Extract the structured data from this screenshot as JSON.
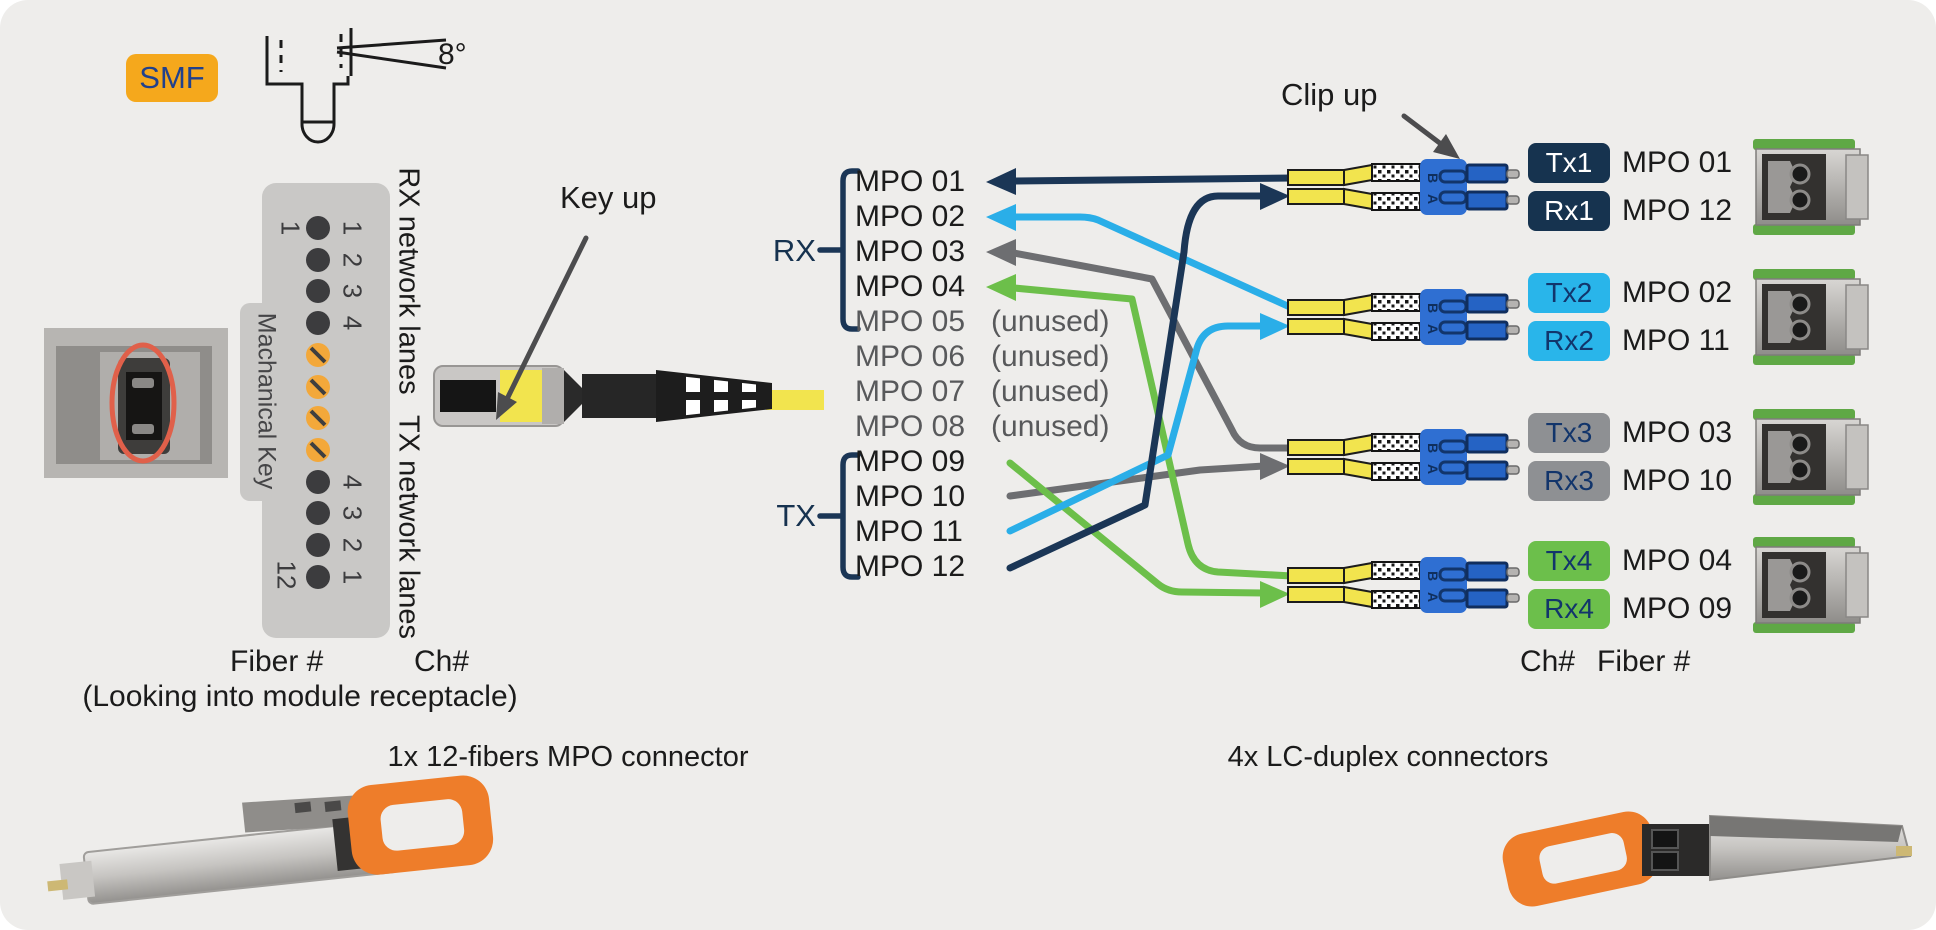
{
  "colors": {
    "background": "#eeedeb",
    "navy": "#1b3656",
    "blue": "#2aaee8",
    "gray": "#6d6e71",
    "green": "#6cbf4a",
    "yellow": "#f2e44e",
    "orange": "#f5a81c",
    "lc_blue": "#2f6fd2",
    "badge_text_navy": "#12356b",
    "arrow_gray": "#4c4c4e"
  },
  "smf_badge": "SMF",
  "polish_angle": "8°",
  "key_up": "Key up",
  "clip_up": "Clip up",
  "receptacle_panel": {
    "mechanical_key": "Machanical Key",
    "rx_lanes": "RX network lanes",
    "tx_lanes": "TX network lanes",
    "fiber_first": "1",
    "fiber_last": "12",
    "rx_channels": [
      "1",
      "2",
      "3",
      "4"
    ],
    "tx_channels": [
      "4",
      "3",
      "2",
      "1"
    ],
    "fiber_col": "Fiber #",
    "ch_col": "Ch#",
    "caption": "(Looking into module receptacle)"
  },
  "fanout": {
    "rx_label": "RX",
    "tx_label": "TX",
    "rows": [
      {
        "label": "MPO 01",
        "note": ""
      },
      {
        "label": "MPO 02",
        "note": ""
      },
      {
        "label": "MPO 03",
        "note": ""
      },
      {
        "label": "MPO 04",
        "note": ""
      },
      {
        "label": "MPO 05",
        "note": "(unused)"
      },
      {
        "label": "MPO 06",
        "note": "(unused)"
      },
      {
        "label": "MPO 07",
        "note": "(unused)"
      },
      {
        "label": "MPO 08",
        "note": "(unused)"
      },
      {
        "label": "MPO 09",
        "note": ""
      },
      {
        "label": "MPO 10",
        "note": ""
      },
      {
        "label": "MPO 11",
        "note": ""
      },
      {
        "label": "MPO 12",
        "note": ""
      }
    ]
  },
  "lc_side": {
    "connector_letters": {
      "top": "B",
      "bottom": "A"
    },
    "groups": [
      {
        "tx_ch": "Tx1",
        "rx_ch": "Rx1",
        "tx_fiber": "MPO 01",
        "rx_fiber": "MPO 12",
        "color": "#16334f"
      },
      {
        "tx_ch": "Tx2",
        "rx_ch": "Rx2",
        "tx_fiber": "MPO 02",
        "rx_fiber": "MPO 11",
        "color": "#29b5ea"
      },
      {
        "tx_ch": "Tx3",
        "rx_ch": "Rx3",
        "tx_fiber": "MPO 03",
        "rx_fiber": "MPO 10",
        "color": "#8e9093"
      },
      {
        "tx_ch": "Tx4",
        "rx_ch": "Rx4",
        "tx_fiber": "MPO 04",
        "rx_fiber": "MPO 09",
        "color": "#6cbf4b"
      }
    ],
    "ch_col": "Ch#",
    "fiber_col": "Fiber #"
  },
  "captions": {
    "mpo": "1x 12-fibers MPO connector",
    "lc": "4x LC-duplex connectors"
  }
}
